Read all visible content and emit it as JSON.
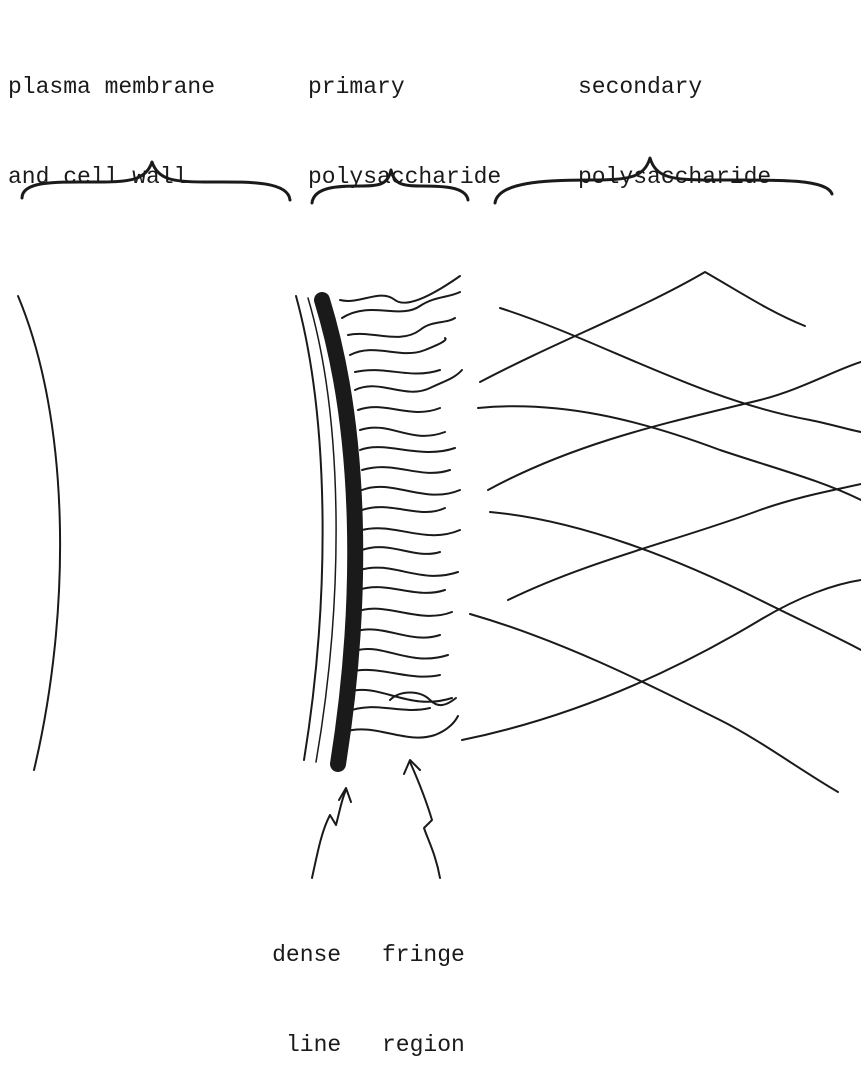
{
  "labels": {
    "membrane_line1": "plasma membrane",
    "membrane_line2": "and cell wall",
    "primary_line1": "primary",
    "primary_line2": "polysaccharide",
    "secondary_line1": "secondary",
    "secondary_line2": "polysaccharide",
    "dense_line1": "dense",
    "dense_line2": "line",
    "fringe_line1": "fringe",
    "fringe_line2": "region"
  },
  "colors": {
    "ink": "#1a1a1a",
    "background": "#ffffff"
  }
}
